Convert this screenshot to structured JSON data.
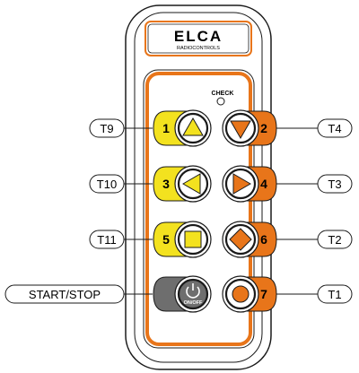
{
  "device": {
    "brand": "ELCA",
    "brand_sub": "RADIOCONTROLS",
    "check_label": "CHECK"
  },
  "colors": {
    "outline": "#1a1a1a",
    "panel_border": "#e8751a",
    "yellow": "#f3e21f",
    "orange": "#e8751a",
    "gray": "#6e6e6e",
    "white": "#ffffff"
  },
  "callouts": {
    "t9": "T9",
    "t10": "T10",
    "t11": "T11",
    "start_stop": "START/STOP",
    "t4": "T4",
    "t3": "T3",
    "t2": "T2",
    "t1": "T1"
  },
  "buttons": {
    "b1": {
      "number": "1",
      "icon": "up-triangle-icon"
    },
    "b2": {
      "number": "2",
      "icon": "down-triangle-icon"
    },
    "b3": {
      "number": "3",
      "icon": "left-triangle-icon"
    },
    "b4": {
      "number": "4",
      "icon": "right-triangle-icon"
    },
    "b5": {
      "number": "5",
      "icon": "square-icon"
    },
    "b6": {
      "number": "6",
      "icon": "diamond-icon"
    },
    "onoff": {
      "label": "ON/OFF",
      "icon": "power-icon"
    },
    "b7": {
      "number": "7",
      "icon": "circle-icon"
    }
  }
}
